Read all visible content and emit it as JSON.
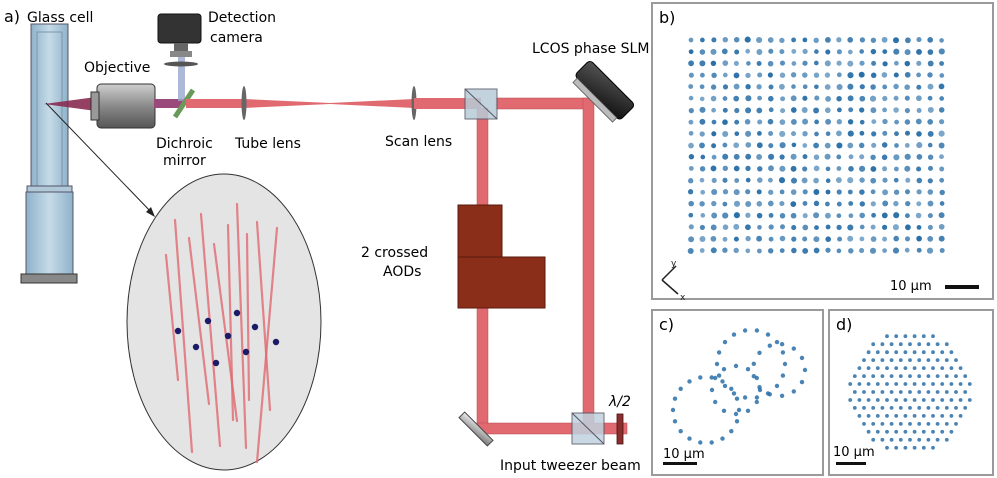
{
  "panels": {
    "a": "a)",
    "b": "b)",
    "c": "c)",
    "d": "d)"
  },
  "labels": {
    "glass_cell": "Glass cell",
    "detection_line1": "Detection",
    "detection_line2": "camera",
    "objective": "Objective",
    "dichroic_line1": "Dichroic",
    "dichroic_line2": "mirror",
    "tube_lens": "Tube lens",
    "scan_lens": "Scan lens",
    "slm": "LCOS phase SLM",
    "aods_line1": "2 crossed",
    "aods_line2": "AODs",
    "input_beam": "Input tweezer beam",
    "half_wave": "λ/2"
  },
  "scale_bars": {
    "b": "10 μm",
    "c": "10 μm",
    "d": "10 μm"
  },
  "colors": {
    "beam": "#e06a70",
    "beam_edge": "#b8474e",
    "aod": "#8a2e1a",
    "atom": "#1a1a66",
    "glass": "#a8c4d8",
    "spot": "#2a6fa8"
  }
}
